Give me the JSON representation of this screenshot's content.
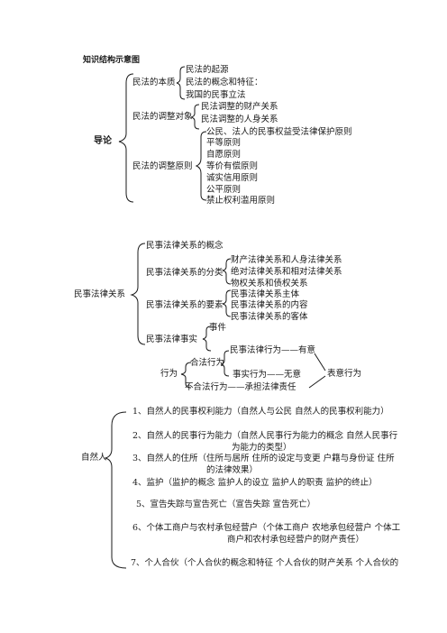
{
  "title": "知识结构示意图",
  "intro": {
    "root": "导论",
    "g1": {
      "label": "民法的本质",
      "items": [
        "民法的起源",
        "民法的概念和特征：",
        "我国的民事立法"
      ]
    },
    "g2": {
      "label": "民法的调整对象",
      "items": [
        "民法调整的财产关系",
        "民法调整的人身关系"
      ]
    },
    "g3": {
      "label": "民法的调整原则",
      "items": [
        "公民、法人的民事权益受法律保护原则",
        "平等原则",
        "自愿原则",
        "等价有偿原则",
        "诚实信用原则",
        "公平原则",
        "禁止权利滥用原则"
      ]
    }
  },
  "relations": {
    "root": "民事法律关系",
    "concept": "民事法律关系的概念",
    "cls": {
      "label": "民事法律关系的分类",
      "items": [
        "财产法律关系和人身法律关系",
        "绝对法律关系和相对法律关系",
        "物权关系和债权关系"
      ]
    },
    "elem": {
      "label": "民事法律关系的要素",
      "items": [
        "民事法律关系主体",
        "民事法律关系的内容",
        "民事法律关系的客体"
      ]
    },
    "fact": {
      "label": "民事法律事实",
      "items": [
        "事件"
      ]
    },
    "act": {
      "label": "行为",
      "legal": "合法行为",
      "legal_items": [
        "民事法律行为——有意",
        "事实行为——无意"
      ],
      "expr": "表意行为",
      "illegal": "不合法行为——承担法律责任"
    }
  },
  "person": {
    "root": "自然人",
    "items": [
      "1、自然人的民事权利能力（自然人与公民  自然人的民事权利能力）",
      "2、自然人的民事行为能力（自然人民事行为能力的概念  自然人民事行",
      "为能力的类型）",
      "3、自然人的住所（住所与居所  住所的设定与变更  户籍与身份证  住所",
      "的法律效果）",
      "4、监护（监护的概念  监护人的设立  监护人的职责  监护的终止）",
      "5、宣告失踪与宣告死亡（宣告失踪  宣告死亡）",
      "6、个体工商户与农村承包经营户（个体工商户  农地承包经营户  个体工",
      "商户和农村承包经营户的财产责任）",
      "7、个人合伙（个人合伙的概念和特征  个人合伙的财产关系  个人合伙的"
    ]
  }
}
